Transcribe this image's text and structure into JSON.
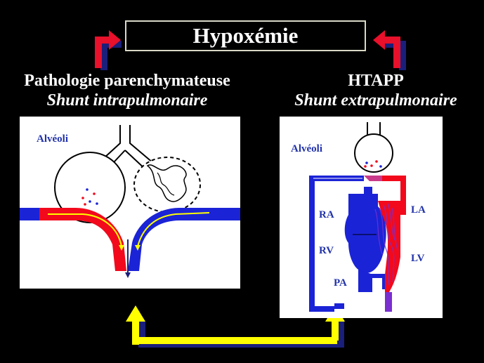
{
  "title": "Hypoxémie",
  "left": {
    "heading": "Pathologie parenchymateuse",
    "subheading": "Shunt intrapulmonaire",
    "alveoli_label": "Alvéoli"
  },
  "right": {
    "heading": "HTAPP",
    "subheading": "Shunt extrapulmonaire",
    "alveoli_label": "Alvéoli",
    "chambers": {
      "ra": "RA",
      "rv": "RV",
      "pa": "PA",
      "la": "LA",
      "lv": "LV"
    }
  },
  "colors": {
    "background": "#000000",
    "arrow_red": "#e8102a",
    "arrow_yellow": "#ffff00",
    "arrow_shadow": "#1a1f7a",
    "blood_blue": "#1b23d6",
    "blood_red": "#f2091c",
    "label_blue": "#2233aa"
  }
}
